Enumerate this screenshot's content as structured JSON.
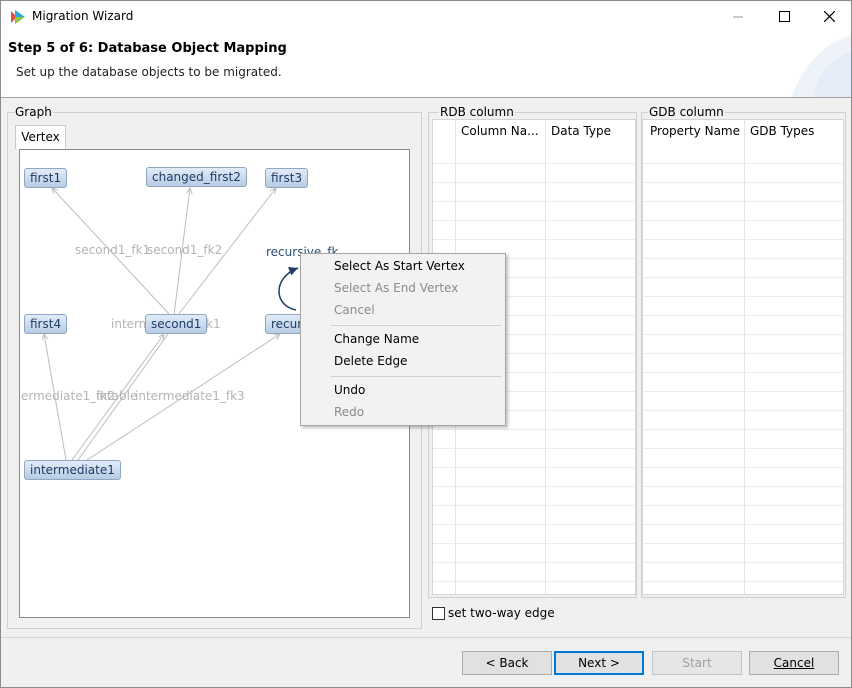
{
  "window": {
    "title": "Migration Wizard",
    "controls": {
      "minimize": "—",
      "maximize": "☐",
      "close": "✕"
    }
  },
  "header": {
    "title": "Step 5 of 6: Database Object Mapping",
    "description": "Set up the database objects to be migrated."
  },
  "graph": {
    "group_label": "Graph",
    "tab_label": "Vertex",
    "vertices": [
      "first1",
      "changed_first2",
      "first3",
      "first4",
      "second1",
      "recursive",
      "intermediate1"
    ],
    "vertex_labels": {
      "first1": "first1",
      "changed_first2": "changed_first2",
      "first3": "first3",
      "first4": "first4",
      "second1": "second1",
      "recursive": "recurs",
      "intermediate1": "intermediate1"
    },
    "edge_labels": {
      "second1_fk1": "second1_fk1",
      "second1_fk2": "second1_fk2",
      "recursive_fk": "recursive_fk",
      "inter_fk1": "intermediate1_fk1",
      "ermediate1_fk": "ermediate1_fk2",
      "intable": "intable",
      "intermediate1_fk3": "intermediate1_fk3"
    }
  },
  "rdb": {
    "group_label": "RDB column",
    "columns": [
      "Column Na...",
      "Data Type"
    ]
  },
  "gdb": {
    "group_label": "GDB column",
    "columns": [
      "Property Name",
      "GDB Types"
    ]
  },
  "two_way_edge": {
    "label": "set two-way edge",
    "checked": false
  },
  "context_menu": {
    "items": [
      {
        "label": "Select As Start Vertex",
        "enabled": true
      },
      {
        "label": "Select As End Vertex",
        "enabled": false
      },
      {
        "label": "Cancel",
        "enabled": false
      },
      {
        "label": "Change Name",
        "enabled": true
      },
      {
        "label": "Delete Edge",
        "enabled": true
      },
      {
        "label": "Undo",
        "enabled": true
      },
      {
        "label": "Redo",
        "enabled": false
      }
    ]
  },
  "footer": {
    "back": "< Back",
    "next": "Next >",
    "start": "Start",
    "cancel": "Cancel"
  },
  "colors": {
    "node_fill": "#b7cbe3",
    "node_border": "#8fa7c2",
    "edge": "#bdbdbd",
    "selected_edge": "#1f3c66",
    "default_button_border": "#0078d7"
  }
}
